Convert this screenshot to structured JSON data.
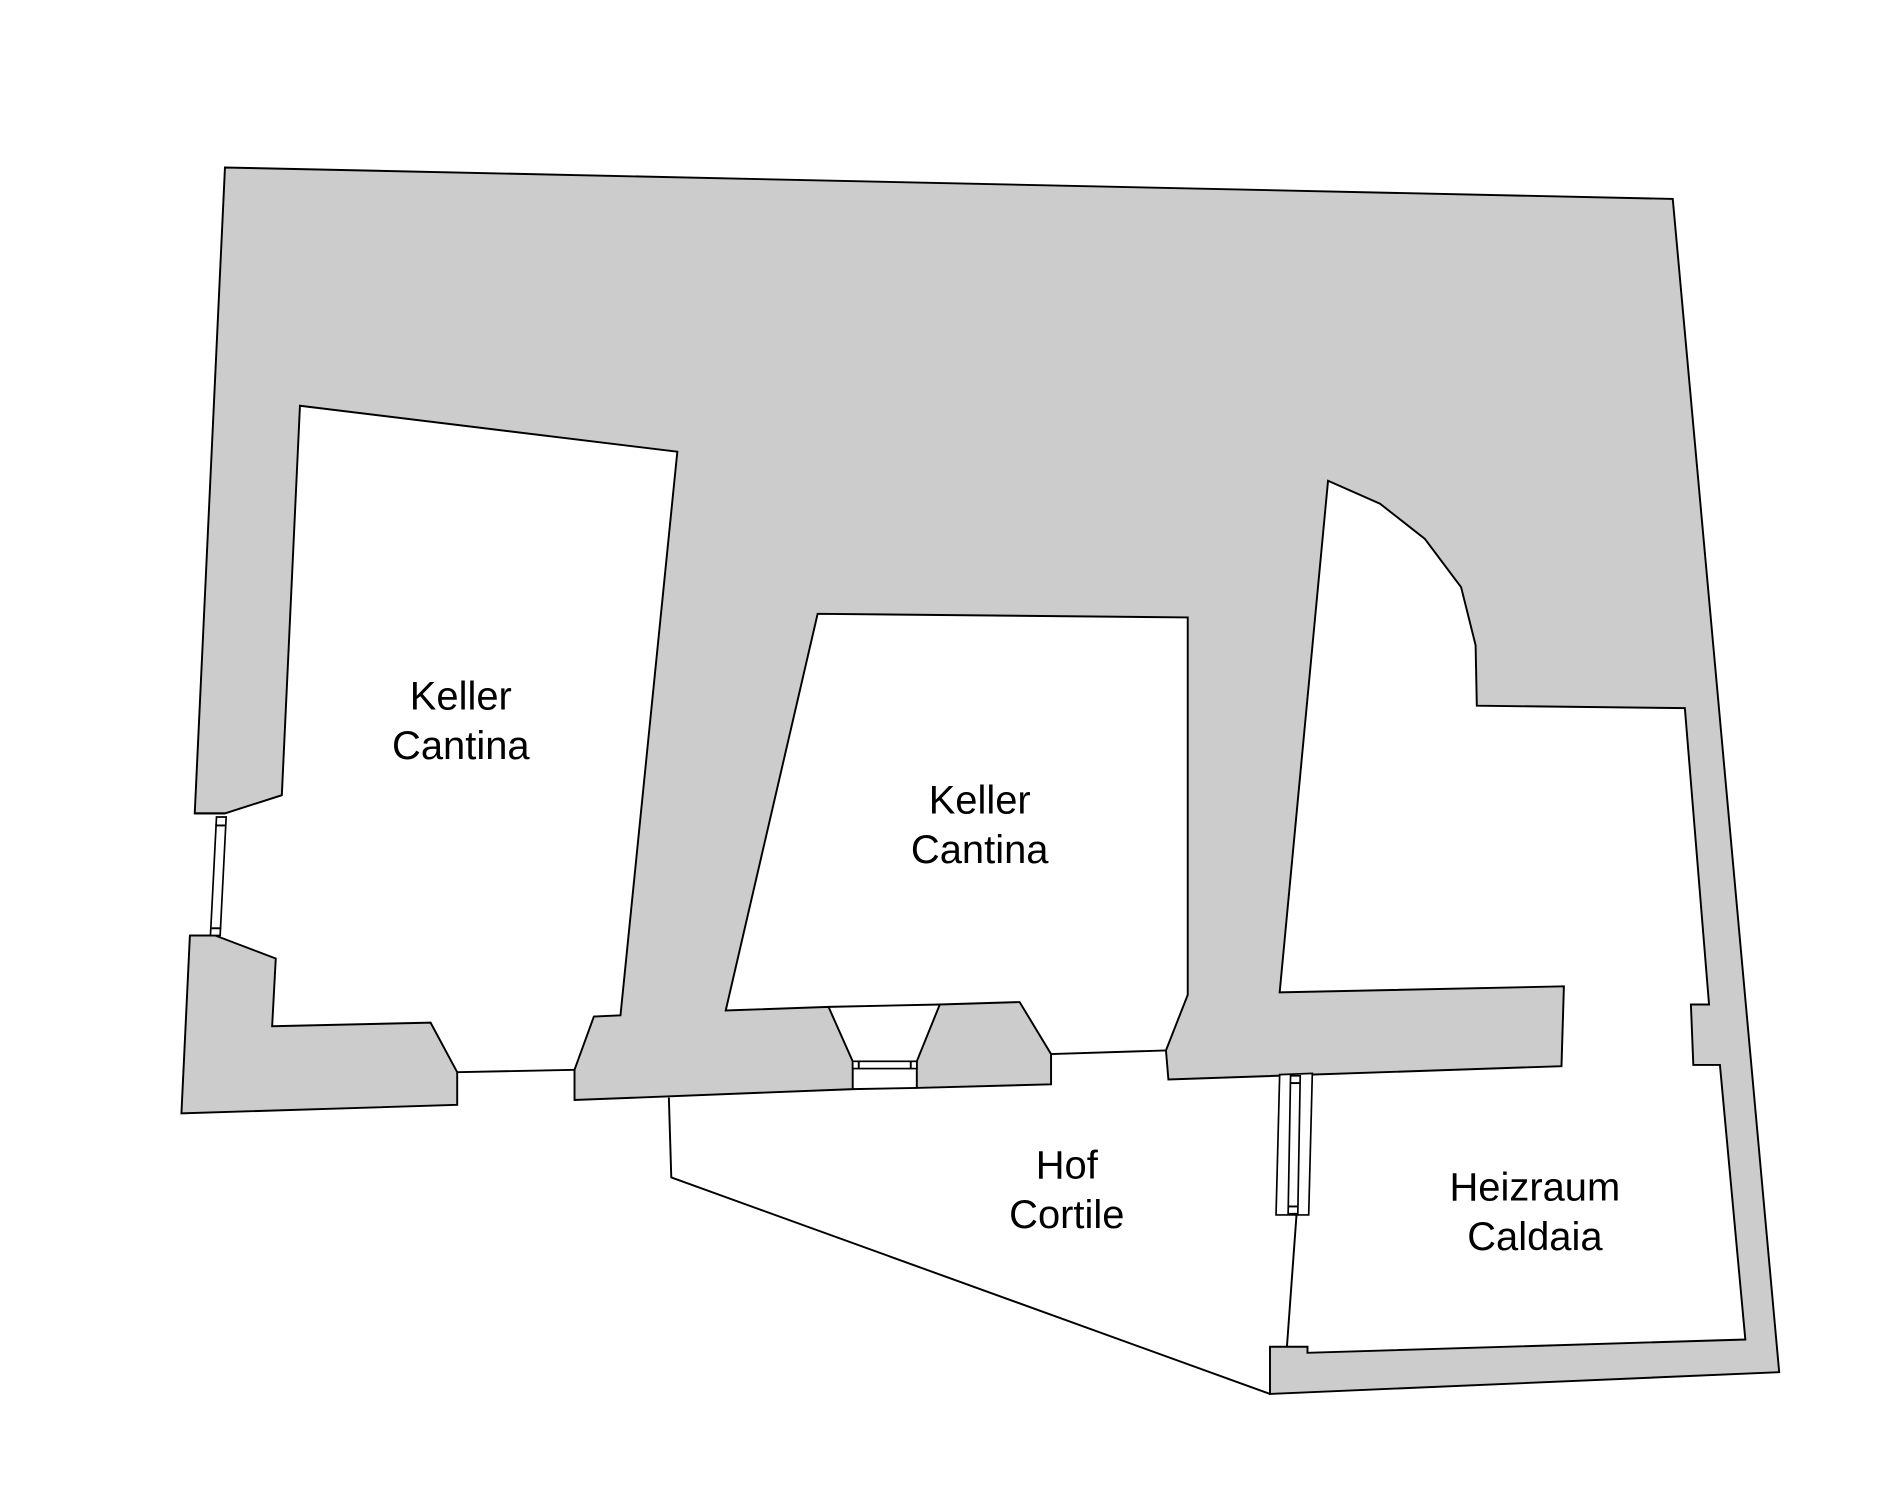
{
  "colors": {
    "wall": "#cccccc",
    "outline": "#000000",
    "background": "#ffffff"
  },
  "rooms": [
    {
      "line1": "Keller",
      "line2": "Cantina"
    },
    {
      "line1": "Keller",
      "line2": "Cantina"
    },
    {
      "line1": "Hof",
      "line2": "Cortile"
    },
    {
      "line1": "Heizraum",
      "line2": "Caldaia"
    }
  ]
}
